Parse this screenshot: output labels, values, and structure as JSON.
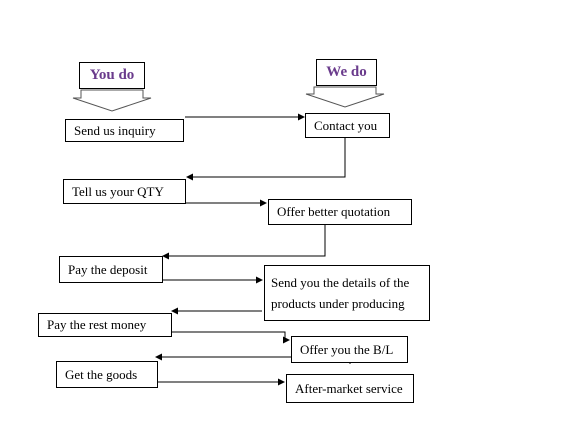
{
  "you": {
    "label": "You do"
  },
  "we": {
    "label": "We do"
  },
  "steps": [
    "Send us inquiry",
    "Contact you",
    "Tell us your QTY",
    "Offer better quotation",
    "Pay the deposit",
    "Send you the details of the products under producing",
    "Pay the rest money",
    "Offer you the B/L",
    "Get the goods",
    "After-market service"
  ]
}
